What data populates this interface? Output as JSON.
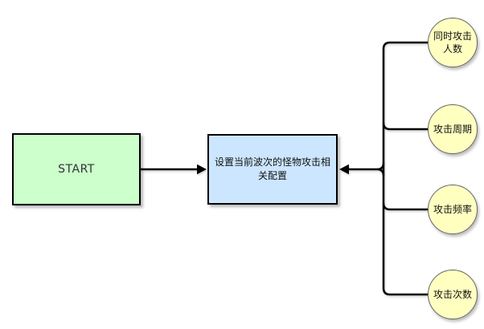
{
  "diagram": {
    "start_node": {
      "label": "START"
    },
    "process_node": {
      "label": "设置当前波次的怪物攻击相关配置"
    },
    "config_nodes": [
      {
        "label": "同时攻击人数"
      },
      {
        "label": "攻击周期"
      },
      {
        "label": "攻击频率"
      },
      {
        "label": "攻击次数"
      }
    ],
    "colors": {
      "start_fill": "#ccffcc",
      "process_fill": "#cce6ff",
      "config_fill": "#ffffc0",
      "line": "#000000",
      "background": "#ffffff"
    }
  }
}
